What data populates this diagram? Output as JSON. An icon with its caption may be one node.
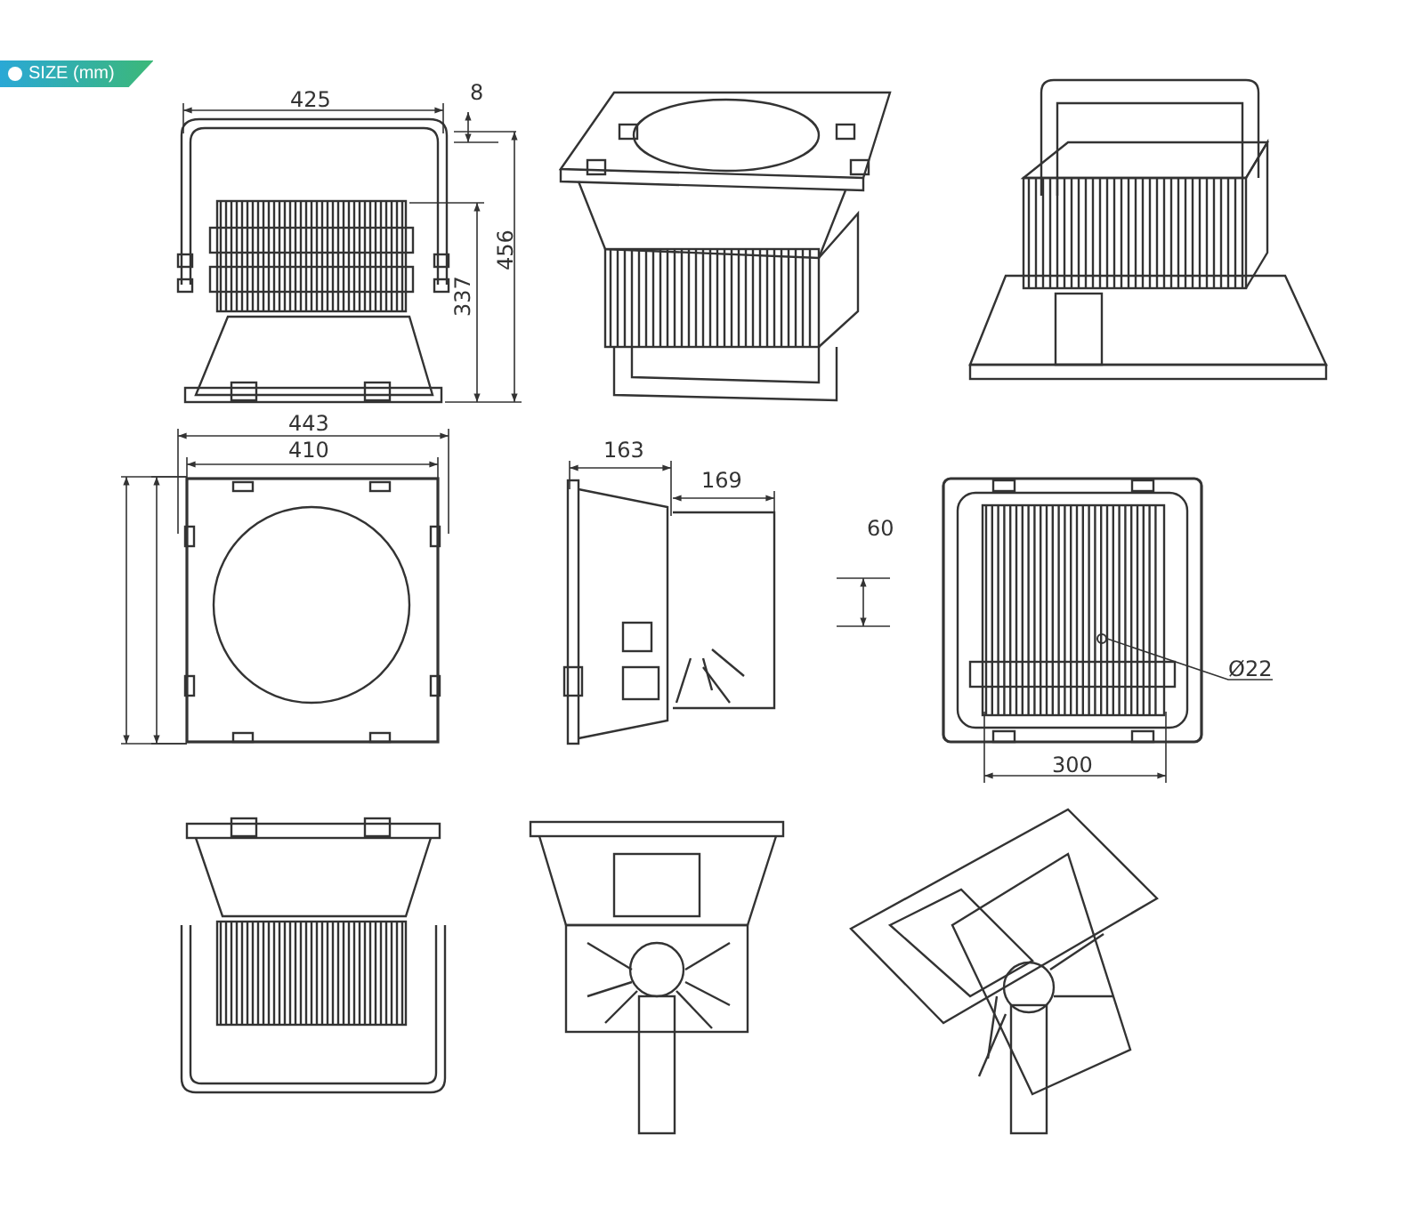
{
  "diagram": {
    "title": "SIZE (mm)",
    "nodes": [
      {
        "text": [
          "Ø22"
        ]
      },
      {
        "text": [],
        "shape": "circle"
      }
    ],
    "edges": [
      {
        "from": 0,
        "to": 1,
        "arrow": "none"
      }
    ],
    "labels": [
      "425",
      "8",
      "456",
      "337",
      "443",
      "410",
      "163",
      "169",
      "60",
      "300"
    ]
  }
}
